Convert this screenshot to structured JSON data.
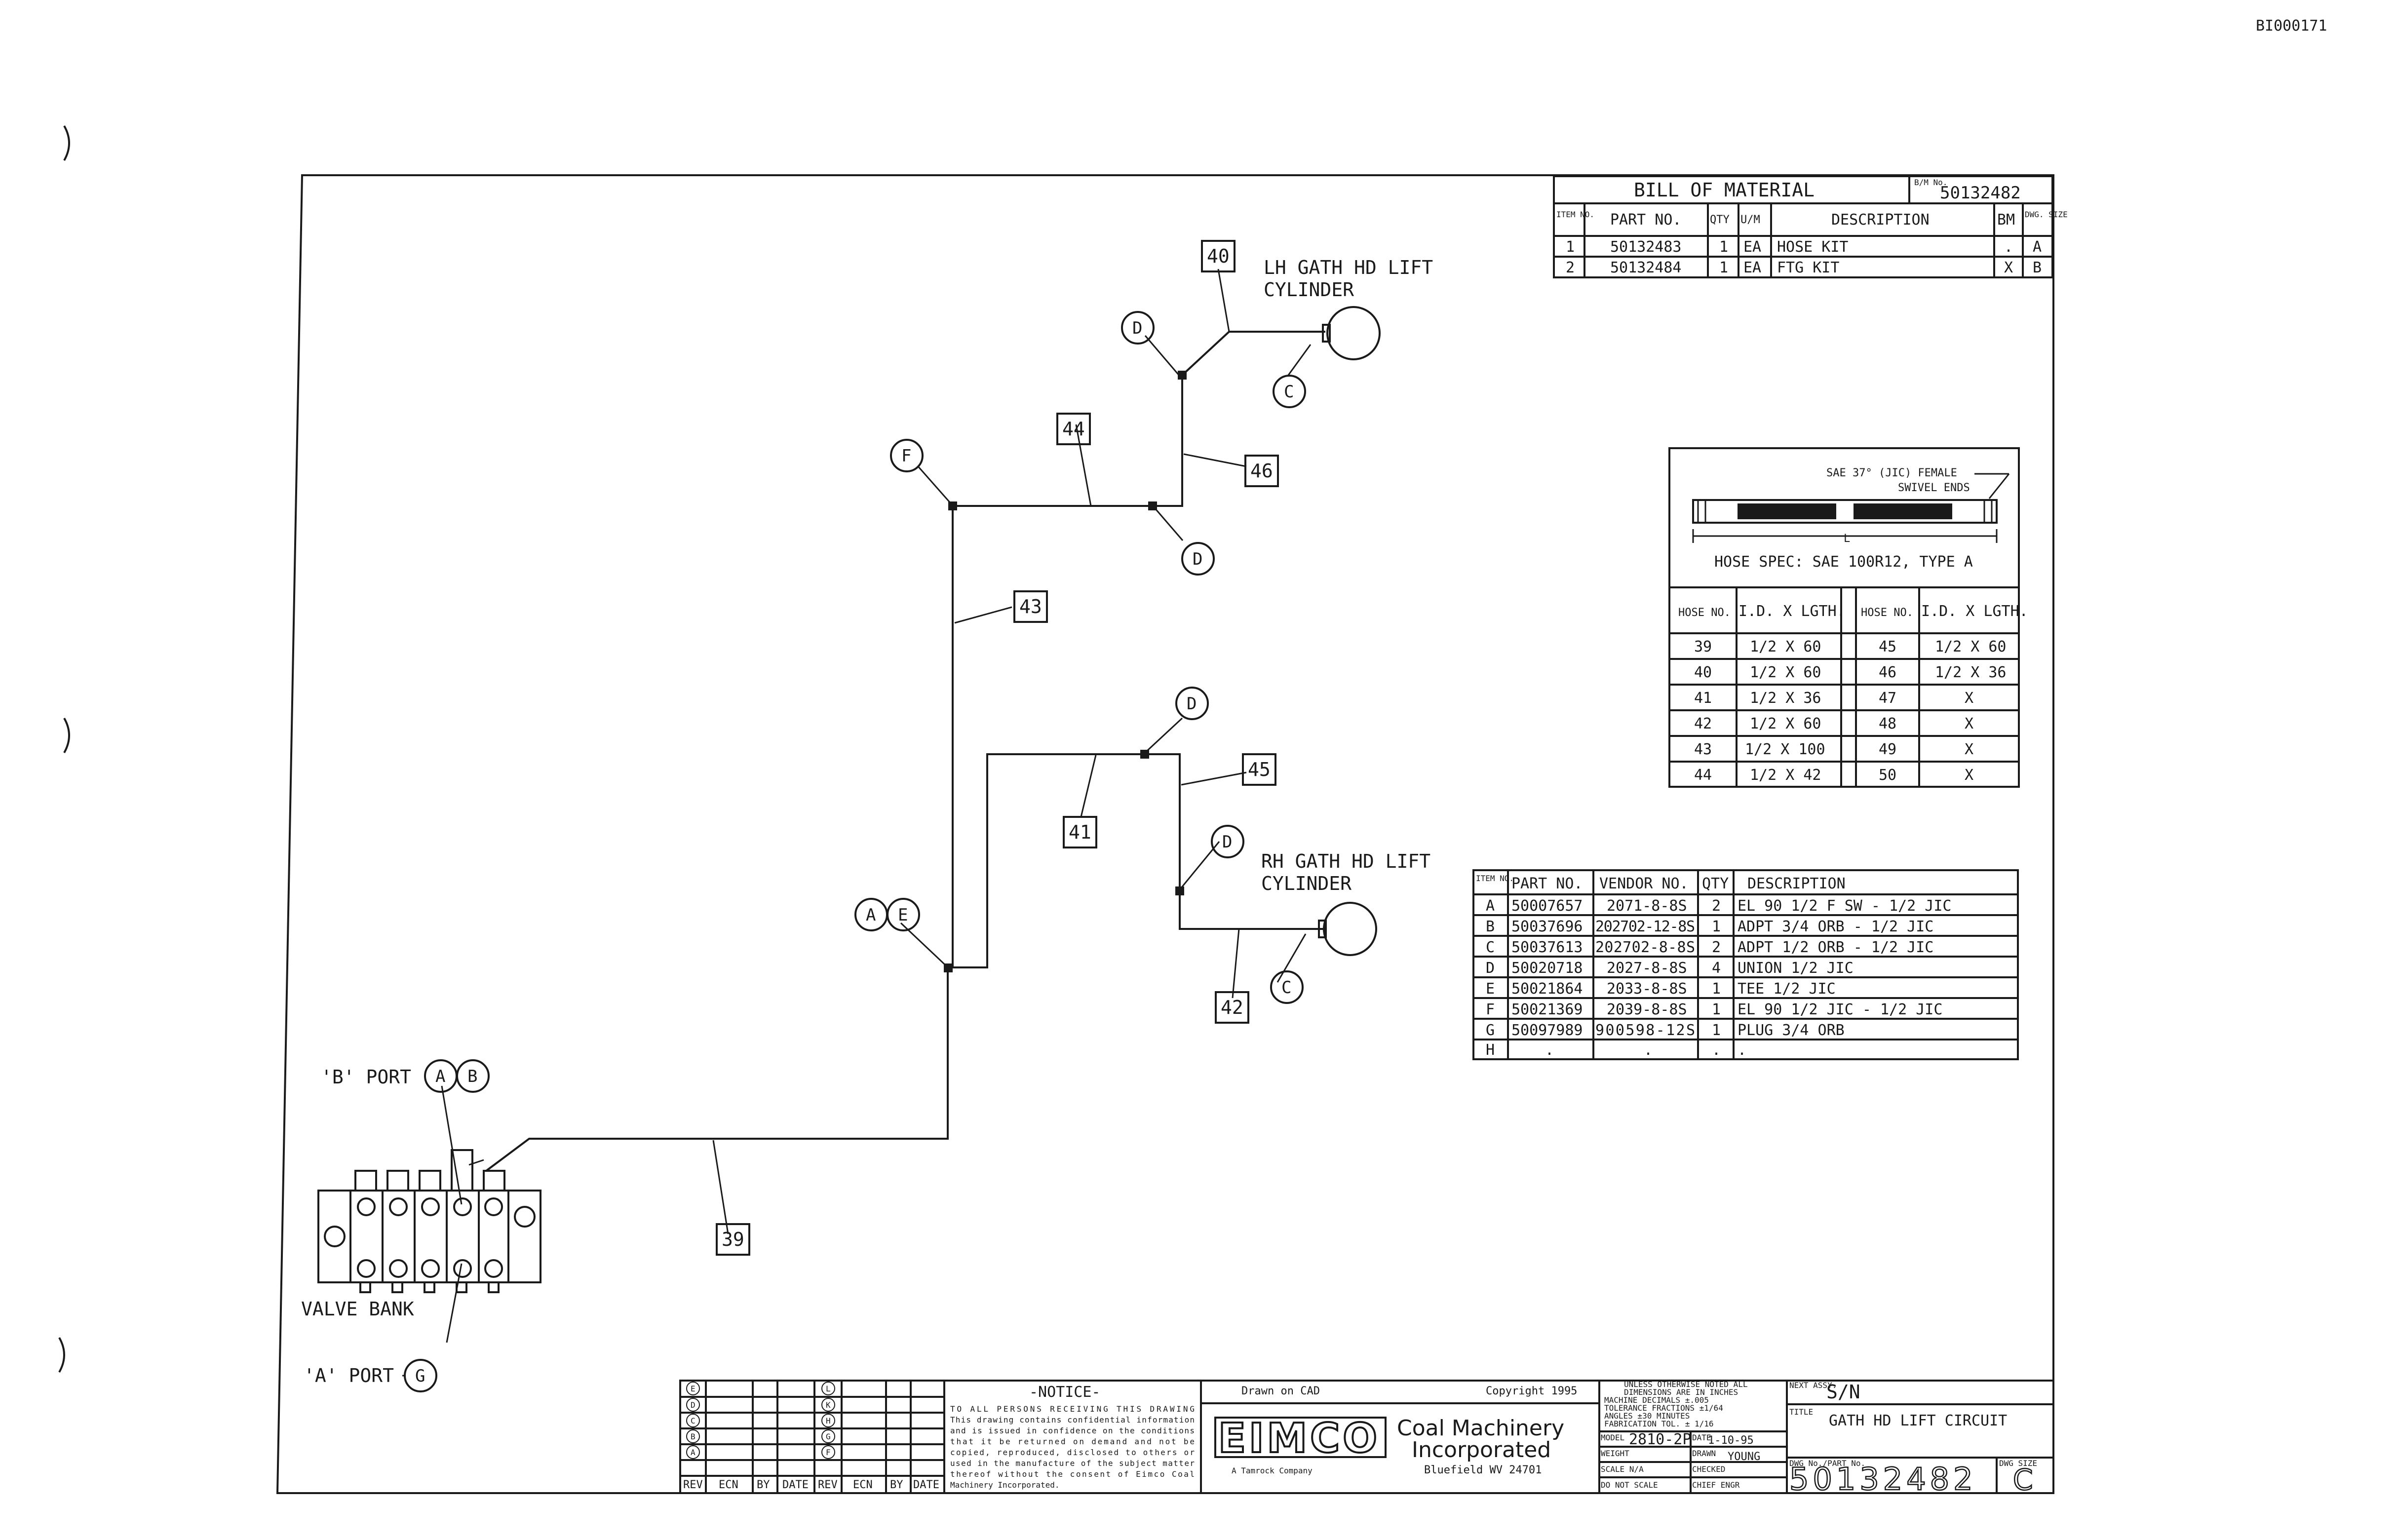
{
  "corner_id": "BI000171",
  "callouts": {
    "lh_cylinder": [
      "LH GATH HD LIFT",
      "CYLINDER"
    ],
    "rh_cylinder": [
      "RH GATH HD LIFT",
      "CYLINDER"
    ],
    "b_port": "'B' PORT",
    "a_port": "'A' PORT",
    "valve_bank": "VALVE BANK"
  },
  "item_tags": {
    "t39": "39",
    "t40": "40",
    "t41": "41",
    "t42": "42",
    "t43": "43",
    "t44": "44",
    "t45": "45",
    "t46": "46"
  },
  "circle_tags": {
    "A": "A",
    "B": "B",
    "C": "C",
    "D": "D",
    "E": "E",
    "F": "F",
    "G": "G"
  },
  "bom": {
    "title": "BILL OF MATERIAL",
    "bm_label": "B/M No.",
    "bm_no": "50132482",
    "headers": [
      "ITEM NO.",
      "PART NO.",
      "QTY",
      "U/M",
      "DESCRIPTION",
      "BM",
      "DWG. SIZE"
    ],
    "rows": [
      [
        "1",
        "50132483",
        "1",
        "EA",
        "HOSE KIT",
        ".",
        "A"
      ],
      [
        "2",
        "50132484",
        "1",
        "EA",
        "FTG KIT",
        "X",
        "B"
      ]
    ]
  },
  "hose_spec": {
    "end_note_1": "SAE 37° (JIC) FEMALE",
    "end_note_2": "SWIVEL ENDS",
    "length_label": "L",
    "spec": "HOSE SPEC: SAE 100R12, TYPE A",
    "headers": [
      "HOSE NO.",
      "I.D. X LGTH.",
      "HOSE NO.",
      "I.D. X LGTH."
    ],
    "rows": [
      [
        "39",
        "1/2 X 60",
        "45",
        "1/2 X 60"
      ],
      [
        "40",
        "1/2 X 60",
        "46",
        "1/2 X 36"
      ],
      [
        "41",
        "1/2 X 36",
        "47",
        "X"
      ],
      [
        "42",
        "1/2 X 60",
        "48",
        "X"
      ],
      [
        "43",
        "1/2 X 100",
        "49",
        "X"
      ],
      [
        "44",
        "1/2 X 42",
        "50",
        "X"
      ]
    ]
  },
  "fittings": {
    "headers": [
      "ITEM NO.",
      "PART NO.",
      "VENDOR NO.",
      "QTY",
      "DESCRIPTION"
    ],
    "rows": [
      [
        "A",
        "50007657",
        "2071-8-8S",
        "2",
        "EL 90 1/2 F SW - 1/2 JIC"
      ],
      [
        "B",
        "50037696",
        "202702-12-8S",
        "1",
        "ADPT 3/4 ORB - 1/2 JIC"
      ],
      [
        "C",
        "50037613",
        "202702-8-8S",
        "2",
        "ADPT 1/2 ORB - 1/2 JIC"
      ],
      [
        "D",
        "50020718",
        "2027-8-8S",
        "4",
        "UNION 1/2 JIC"
      ],
      [
        "E",
        "50021864",
        "2033-8-8S",
        "1",
        "TEE 1/2 JIC"
      ],
      [
        "F",
        "50021369",
        "2039-8-8S",
        "1",
        "EL 90 1/2 JIC - 1/2 JIC"
      ],
      [
        "G",
        "50097989",
        "900598-12S",
        "1",
        "PLUG 3/4 ORB"
      ],
      [
        "H",
        ".",
        ".",
        ".",
        "."
      ]
    ]
  },
  "revisions": {
    "left_letters": [
      "E",
      "D",
      "C",
      "B",
      "A"
    ],
    "right_letters": [
      "L",
      "K",
      "H",
      "G",
      "F"
    ],
    "footer": [
      "REV",
      "ECN",
      "BY",
      "DATE",
      "REV",
      "ECN",
      "BY",
      "DATE"
    ]
  },
  "notice": {
    "title": "-NOTICE-",
    "lines": [
      "TO ALL PERSONS RECEIVING THIS DRAWING",
      "This drawing contains confidential information",
      "and is issued in confidence on the conditions",
      "that it be returned on demand and not be",
      "copied, reproduced, disclosed to others or",
      "used in the manufacture of the subject matter",
      "thereof without the consent of Eimco Coal",
      "Machinery Incorporated."
    ]
  },
  "title_block": {
    "drawn_on": "Drawn on CAD",
    "copyright": "Copyright 1995",
    "logo": "EIMCO",
    "logo_sub": "A Tamrock Company",
    "company_1": "Coal Machinery",
    "company_2": "Incorporated",
    "location": "Bluefield WV 24701",
    "tolerance_notes": [
      "UNLESS OTHERWISE NOTED ALL",
      "DIMENSIONS ARE IN INCHES",
      "MACHINE   DECIMALS ±.005",
      "TOLERANCE FRACTIONS ±1/64",
      "          ANGLES ±30 MINUTES",
      "FABRICATION TOL. ± 1/16"
    ],
    "model_label": "MODEL",
    "model": "2810-2P",
    "date_label": "DATE",
    "date": "1-10-95",
    "weight_label": "WEIGHT",
    "drawn_label": "DRAWN",
    "drawn": "YOUNG",
    "scale_label": "SCALE N/A",
    "checked_label": "CHECKED",
    "no_scale": "DO NOT SCALE",
    "chief_label": "CHIEF ENGR",
    "next_assy_label": "NEXT ASSY.",
    "next_assy": "S/N",
    "title_label": "TITLE",
    "title": "GATH HD LIFT CIRCUIT",
    "dwg_label": "DWG No./PART No.",
    "dwg_no": "50132482",
    "size_label": "DWG SIZE",
    "size": "C"
  },
  "colors": {
    "ink": "#1a1a1a",
    "paper": "#ffffff"
  }
}
